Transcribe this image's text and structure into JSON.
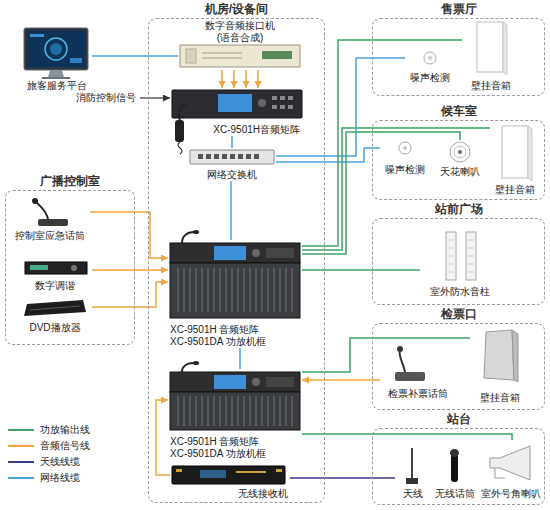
{
  "diagram": {
    "nodes": [
      {
        "text": [
          "机房/设备间"
        ]
      },
      {
        "text": [
          "数字音频接口机 (语音合成)"
        ],
        "in": 0
      },
      {
        "text": [
          "XC-9501H音频矩阵"
        ],
        "in": 0
      },
      {
        "text": [
          "网络交换机"
        ],
        "in": 0
      },
      {
        "text": [
          "XC-9501H 音频矩阵 XC-9501DA 功放机框"
        ],
        "in": 0
      },
      {
        "text": [
          "XC-9501H 音频矩阵 XC-9501DA 功放机框"
        ],
        "in": 0
      },
      {
        "text": [
          "无线接收机"
        ],
        "in": 0
      },
      {
        "text": [
          "旅客服务平台"
        ]
      },
      {
        "text": [
          "广播控制室"
        ]
      },
      {
        "text": [
          "控制室应急话筒"
        ],
        "in": 8
      },
      {
        "text": [
          "数字调谐"
        ],
        "in": 8
      },
      {
        "text": [
          "DVD播放器"
        ],
        "in": 8
      },
      {
        "text": [
          "售票厅"
        ]
      },
      {
        "text": [
          "噪声检测"
        ],
        "in": 12
      },
      {
        "text": [
          "壁挂音箱"
        ],
        "in": 12
      },
      {
        "text": [
          "候车室"
        ]
      },
      {
        "text": [
          "噪声检测"
        ],
        "in": 15
      },
      {
        "text": [
          "天花喇叭"
        ],
        "in": 15
      },
      {
        "text": [
          "壁挂音箱"
        ],
        "in": 15
      },
      {
        "text": [
          "站前广场"
        ]
      },
      {
        "text": [
          "室外防水音柱"
        ],
        "in": 19
      },
      {
        "text": [
          "检票口"
        ]
      },
      {
        "text": [
          "检票补票话筒"
        ],
        "in": 21
      },
      {
        "text": [
          "壁挂音箱"
        ],
        "in": 21
      },
      {
        "text": [
          "站台"
        ]
      },
      {
        "text": [
          "天线"
        ],
        "in": 24
      },
      {
        "text": [
          "无线话筒"
        ],
        "in": 24
      },
      {
        "text": [
          "室外号角喇叭"
        ],
        "in": 24
      }
    ],
    "edges": [
      {
        "from": 7,
        "to": 1,
        "arrow": "none"
      },
      {
        "from": 1,
        "to": 2,
        "arrow": "to"
      },
      {
        "from": 1,
        "to": 2,
        "arrow": "to"
      },
      {
        "from": 1,
        "to": 2,
        "arrow": "to"
      },
      {
        "from": 1,
        "to": 2,
        "arrow": "to"
      },
      {
        "from": 2,
        "to": 3,
        "arrow": "none"
      },
      {
        "from": 3,
        "to": 4,
        "arrow": "none"
      },
      {
        "from": 3,
        "to": 13,
        "arrow": "none"
      },
      {
        "from": 3,
        "to": 16,
        "arrow": "none"
      },
      {
        "from": 9,
        "to": 4,
        "arrow": "to"
      },
      {
        "from": 10,
        "to": 4,
        "arrow": "to"
      },
      {
        "from": 11,
        "to": 4,
        "arrow": "to"
      },
      {
        "from": 4,
        "to": 14,
        "arrow": "none"
      },
      {
        "from": 4,
        "to": 17,
        "arrow": "none"
      },
      {
        "from": 4,
        "to": 18,
        "arrow": "none"
      },
      {
        "from": 4,
        "to": 20,
        "arrow": "none"
      },
      {
        "from": 4,
        "to": 5,
        "arrow": "none"
      },
      {
        "from": 22,
        "to": 5,
        "arrow": "to"
      },
      {
        "from": 5,
        "to": 23,
        "arrow": "none"
      },
      {
        "from": 5,
        "to": 27,
        "arrow": "none"
      },
      {
        "from": 6,
        "to": 5,
        "arrow": "to"
      },
      {
        "from": 6,
        "to": 25,
        "arrow": "none"
      }
    ],
    "labels": [
      "消防控制信号"
    ],
    "legend": [
      {
        "text": "功放输出线"
      },
      {
        "text": "音频信号线"
      },
      {
        "text": "天线线缆"
      },
      {
        "text": "网络线缆"
      }
    ]
  }
}
